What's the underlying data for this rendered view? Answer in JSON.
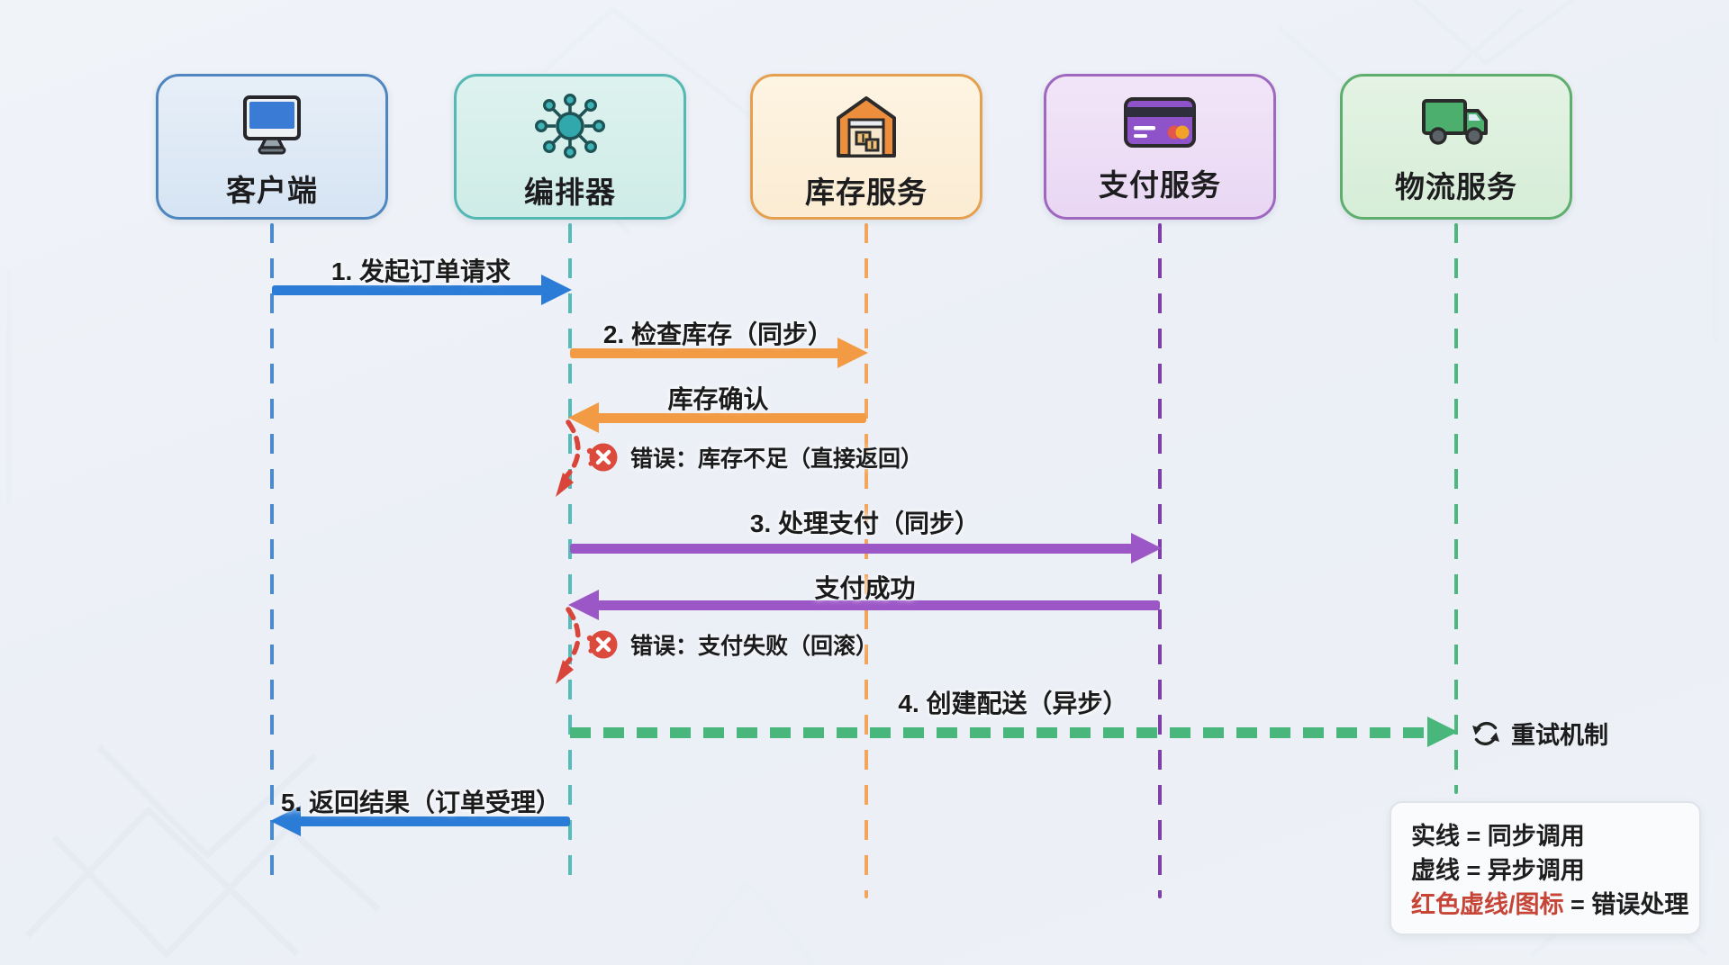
{
  "diagram": {
    "title_hint": "order-orchestration-sequence-diagram",
    "actors": [
      {
        "label": "客户端",
        "icon": "monitor-icon",
        "accent": "#4f86c0"
      },
      {
        "label": "编排器",
        "icon": "hub-icon",
        "accent": "#55b8b2"
      },
      {
        "label": "库存服务",
        "icon": "warehouse-icon",
        "accent": "#e5a04f"
      },
      {
        "label": "支付服务",
        "icon": "credit-card-icon",
        "accent": "#9f68bf"
      },
      {
        "label": "物流服务",
        "icon": "truck-icon",
        "accent": "#5fae6d"
      }
    ],
    "messages": [
      {
        "label": "1. 发起订单请求",
        "from": "客户端",
        "to": "编排器",
        "style": "solid",
        "color": "#2b7cd6"
      },
      {
        "label": "2. 检查库存（同步）",
        "from": "编排器",
        "to": "库存服务",
        "style": "solid",
        "color": "#f29a44"
      },
      {
        "label": "库存确认",
        "from": "库存服务",
        "to": "编排器",
        "style": "solid",
        "color": "#f29a44"
      },
      {
        "label": "错误：库存不足（直接返回）",
        "type": "error",
        "icon": "error-x-icon",
        "color": "#d9453a"
      },
      {
        "label": "3. 处理支付（同步）",
        "from": "编排器",
        "to": "支付服务",
        "style": "solid",
        "color": "#9c57c7"
      },
      {
        "label": "支付成功",
        "from": "支付服务",
        "to": "编排器",
        "style": "solid",
        "color": "#9c57c7"
      },
      {
        "label": "错误：支付失败（回滚）",
        "type": "error",
        "icon": "error-x-icon",
        "color": "#d9453a"
      },
      {
        "label": "4. 创建配送（异步）",
        "from": "编排器",
        "to": "物流服务",
        "style": "dashed",
        "color": "#49b77c"
      },
      {
        "label": "5. 返回结果（订单受理）",
        "from": "编排器",
        "to": "客户端",
        "style": "solid",
        "color": "#2b7cd6"
      }
    ],
    "retry": {
      "label": "重试机制",
      "icon": "refresh-icon"
    },
    "legend": {
      "solid_line": "实线 = 同步调用",
      "dashed_line": "虚线 = 异步调用",
      "error_red_part": "红色虚线/图标",
      "error_black_part": " = 错误处理"
    },
    "colors": {
      "background": "#edf1f7",
      "sync_blue": "#2b7cd6",
      "sync_orange": "#f29a44",
      "sync_purple": "#9c57c7",
      "async_green": "#49b77c",
      "error_red": "#d9453a",
      "text": "#1b1b1b"
    }
  }
}
